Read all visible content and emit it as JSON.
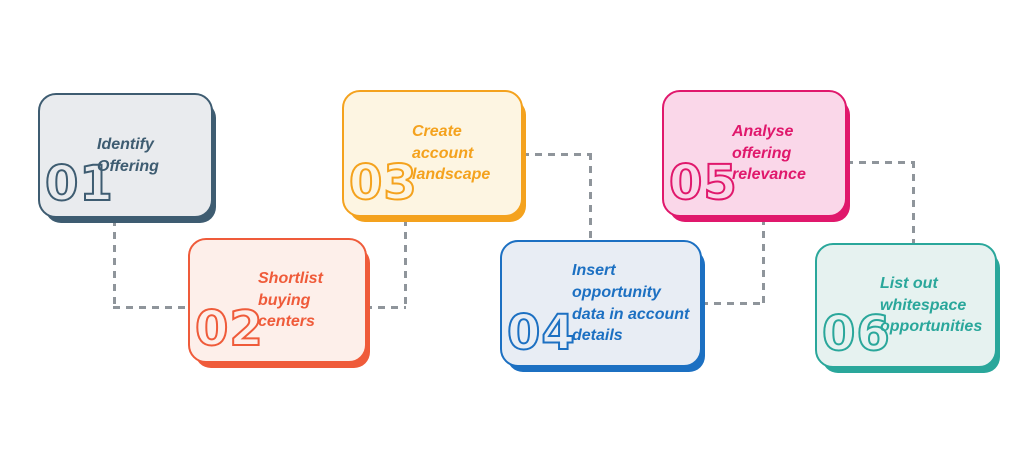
{
  "diagram": {
    "background": "#ffffff",
    "connector_color": "#8f959b",
    "cards": [
      {
        "number": "01",
        "label_lines": [
          "Identify",
          "Offering"
        ],
        "accent": "#3e5c71",
        "fill": "#e9ebee"
      },
      {
        "number": "02",
        "label_lines": [
          "Shortlist",
          "buying",
          "centers"
        ],
        "accent": "#ef5b3a",
        "fill": "#fdefea"
      },
      {
        "number": "03",
        "label_lines": [
          "Create",
          "account",
          "landscape"
        ],
        "accent": "#f4a21e",
        "fill": "#fdf5e2"
      },
      {
        "number": "04",
        "label_lines": [
          "Insert",
          "opportunity",
          "data in account",
          "details"
        ],
        "accent": "#1c70c2",
        "fill": "#e8edf4"
      },
      {
        "number": "05",
        "label_lines": [
          "Analyse",
          "offering",
          "relevance"
        ],
        "accent": "#e0186c",
        "fill": "#fad7e9"
      },
      {
        "number": "06",
        "label_lines": [
          "List out",
          "whitespace",
          "opportunities"
        ],
        "accent": "#2aa79b",
        "fill": "#e6f2f0"
      }
    ]
  }
}
